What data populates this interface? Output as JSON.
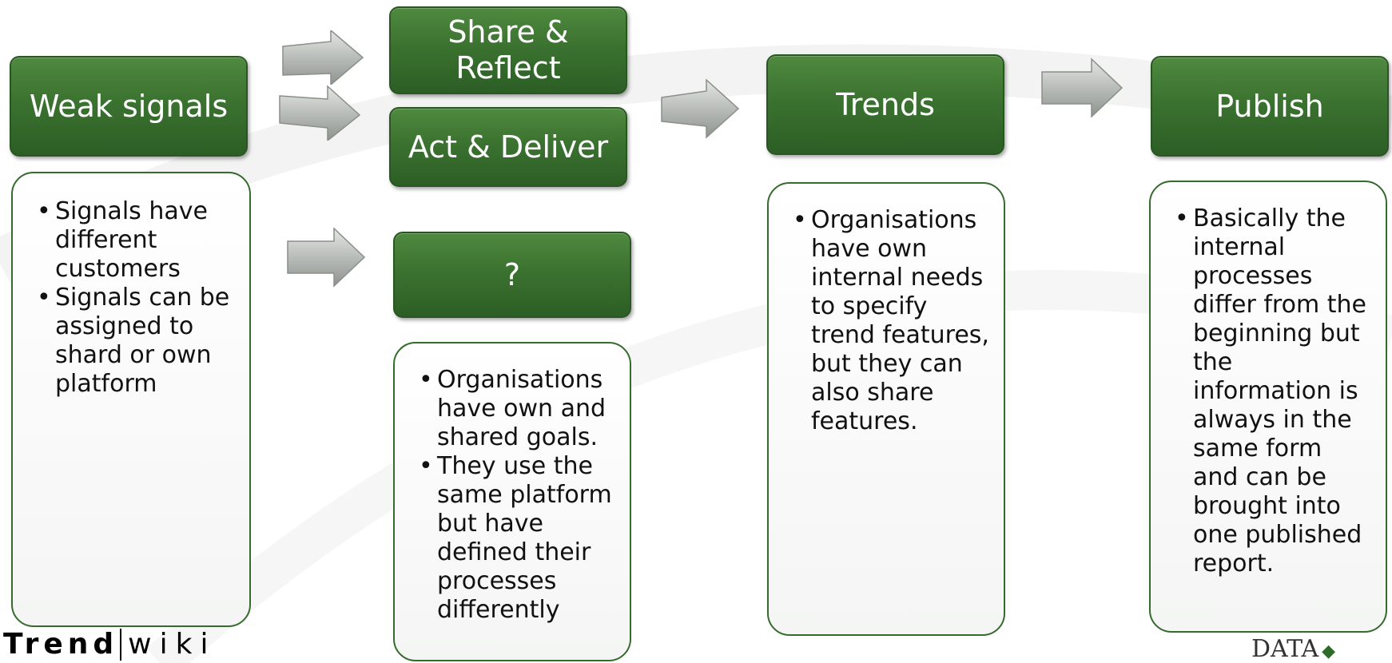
{
  "headers": {
    "weak_signals": "Weak signals",
    "share_reflect": "Share &\nReflect",
    "act_deliver": "Act & Deliver",
    "question": "?",
    "trends": "Trends",
    "publish": "Publish"
  },
  "cards": {
    "weak_signals": [
      "Signals have different customers",
      "Signals can be assigned to shard or own platform"
    ],
    "question": [
      "Organisations have own and shared goals.",
      "They use the same platform but have defined their processes differently"
    ],
    "trends": [
      "Organisations have own internal needs to specify trend features, but they can also share features."
    ],
    "publish": [
      "Basically the internal processes differ from the beginning but the information is always in the same form and can be brought into one published report."
    ]
  },
  "logos": {
    "trendwiki_bold": "Trend",
    "trendwiki_light": "wiki",
    "data_text": "DATA"
  },
  "colors": {
    "header_green": "#3b7230",
    "border_green": "#356b2c",
    "arrow_gray": "#b8bcb8"
  }
}
